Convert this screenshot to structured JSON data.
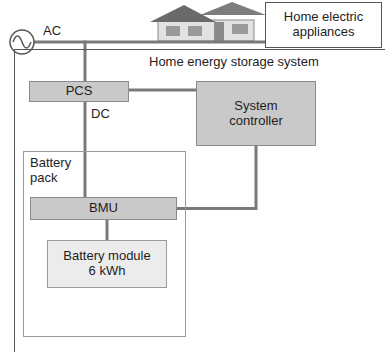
{
  "diagram": {
    "nodes": [
      {
        "text": [
          "Home electric appliances"
        ]
      },
      {
        "text": [
          "Home energy storage system"
        ]
      },
      {
        "text": [
          "PCS"
        ],
        "in": 1
      },
      {
        "text": [
          "System controller"
        ],
        "in": 1
      },
      {
        "text": [
          "Battery pack"
        ],
        "in": 1
      },
      {
        "text": [
          "BMU"
        ],
        "in": 4
      },
      {
        "text": [
          "Battery module",
          "6 kWh"
        ],
        "in": 4
      }
    ],
    "edges": [
      {
        "from": 2,
        "to": 0,
        "arrow": "none"
      },
      {
        "from": 2,
        "to": 3,
        "arrow": "none"
      },
      {
        "from": 2,
        "to": 5,
        "label": "DC",
        "arrow": "none"
      },
      {
        "from": 5,
        "to": 3,
        "arrow": "none"
      },
      {
        "from": 5,
        "to": 6,
        "arrow": "none"
      }
    ],
    "labels": [
      "AC"
    ]
  }
}
